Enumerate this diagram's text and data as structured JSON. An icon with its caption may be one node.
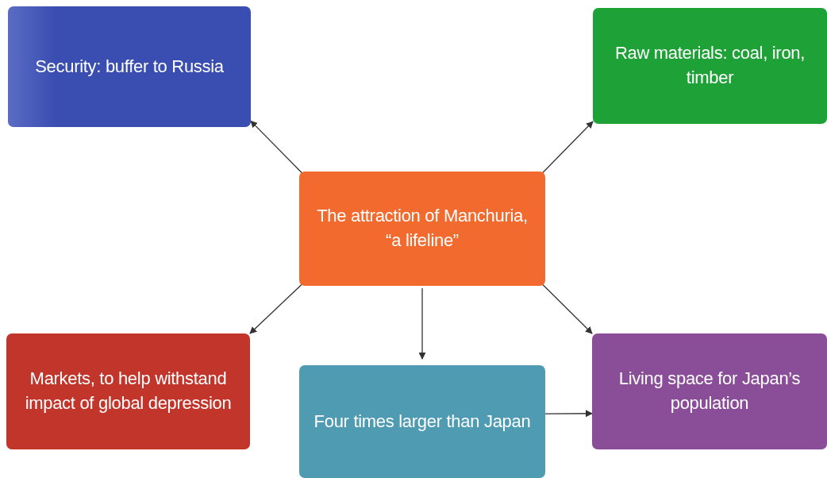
{
  "diagram": {
    "nodes": [
      {
        "text": [
          "The attraction of Manchuria, “a lifeline”"
        ]
      },
      {
        "text": [
          "Security: buffer to Russia"
        ]
      },
      {
        "text": [
          "Raw materials: coal, iron, timber"
        ]
      },
      {
        "text": [
          "Markets, to help withstand impact of global depression"
        ]
      },
      {
        "text": [
          "Four times larger than Japan"
        ]
      },
      {
        "text": [
          "Living space for Japan’s population"
        ]
      }
    ],
    "edges": [
      {
        "from": 0,
        "to": 1,
        "arrow": "to"
      },
      {
        "from": 0,
        "to": 2,
        "arrow": "to"
      },
      {
        "from": 0,
        "to": 3,
        "arrow": "to"
      },
      {
        "from": 0,
        "to": 4,
        "arrow": "to"
      },
      {
        "from": 0,
        "to": 5,
        "arrow": "to"
      },
      {
        "from": 4,
        "to": 5,
        "arrow": "to"
      }
    ]
  }
}
